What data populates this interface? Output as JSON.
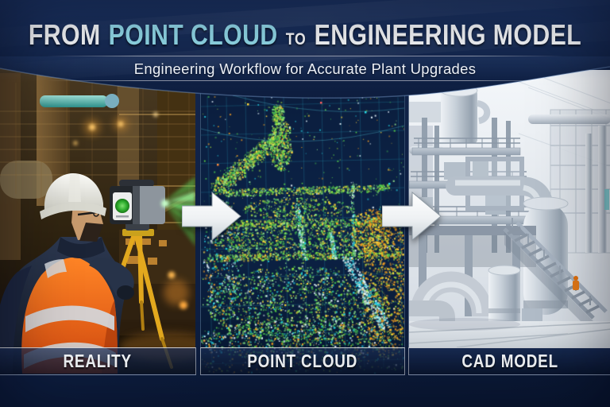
{
  "poster": {
    "title": {
      "from": "FROM",
      "highlight": "POINT CLOUD",
      "connector": "TO",
      "rest": "ENGINEERING MODEL"
    },
    "subtitle": "Engineering Workflow for Accurate Plant Upgrades"
  },
  "panels": [
    {
      "id": "reality",
      "label": "REALITY"
    },
    {
      "id": "point-cloud",
      "label": "POINT CLOUD"
    },
    {
      "id": "cad-model",
      "label": "CAD MODEL"
    }
  ],
  "icons": {
    "arrow_1": "right-block-arrow",
    "arrow_2": "right-block-arrow"
  },
  "colors": {
    "page_navy": "#0f2146",
    "header_navy": "#1c3464",
    "accent_cyan": "#8fd6e6",
    "label_text": "#f5f8fb",
    "laser_green": "#58e25f",
    "vest_orange": "#ff7f22",
    "tripod_yellow": "#e2a81e",
    "pointcloud_bg": "#0b1e3e",
    "pointcloud_grid": "rgba(47,184,208,0.22)",
    "pointcloud_palette": [
      "#3fae4e",
      "#59d646",
      "#a8e23c",
      "#ffd43b",
      "#f59e1f",
      "#22c8dc",
      "#8fe08a",
      "#e8f7ff"
    ],
    "cad_gray": "#b6c0cb"
  }
}
